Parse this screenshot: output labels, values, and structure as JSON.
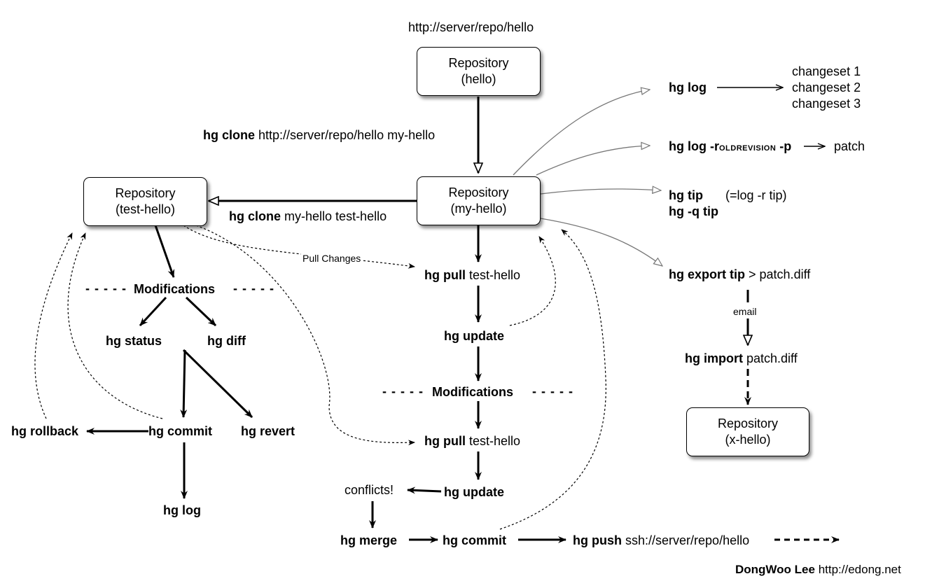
{
  "url_top": "http://server/repo/hello",
  "repos": {
    "hello": {
      "title": "Repository",
      "name": "(hello)"
    },
    "my_hello": {
      "title": "Repository",
      "name": "(my-hello)"
    },
    "test_hello": {
      "title": "Repository",
      "name": "(test-hello)"
    },
    "x_hello": {
      "title": "Repository",
      "name": "(x-hello)"
    }
  },
  "clone1": {
    "cmd": "hg clone",
    "args": "http://server/repo/hello my-hello"
  },
  "clone2": {
    "cmd": "hg clone",
    "args": "my-hello test-hello"
  },
  "right": {
    "log": "hg log",
    "changesets": [
      "changeset 1",
      "changeset 2",
      "changeset 3"
    ],
    "log_r_cmd": "hg log -r",
    "log_r_sub": "OLDREVISION",
    "log_r_p": "-p",
    "patch": "patch",
    "tip": "hg tip",
    "tip_note": "(=log -r tip)",
    "q_tip": "hg -q tip",
    "export_cmd": "hg export tip",
    "export_args": "> patch.diff",
    "email": "email",
    "import_cmd": "hg import",
    "import_args": "patch.diff"
  },
  "left": {
    "modifications": "Modifications",
    "status": "hg status",
    "diff": "hg diff",
    "commit": "hg commit",
    "revert": "hg revert",
    "rollback": "hg rollback",
    "log": "hg log"
  },
  "middle": {
    "pull_changes": "Pull Changes",
    "pull1_cmd": "hg pull",
    "pull1_args": "test-hello",
    "update1": "hg update",
    "modifications": "Modifications",
    "pull2_cmd": "hg pull",
    "pull2_args": "test-hello",
    "update2": "hg update",
    "conflicts": "conflicts!",
    "merge": "hg merge",
    "commit": "hg commit",
    "push_cmd": "hg push",
    "push_args": "ssh://server/repo/hello"
  },
  "credit": {
    "name": "DongWoo Lee",
    "url": "http://edong.net"
  }
}
